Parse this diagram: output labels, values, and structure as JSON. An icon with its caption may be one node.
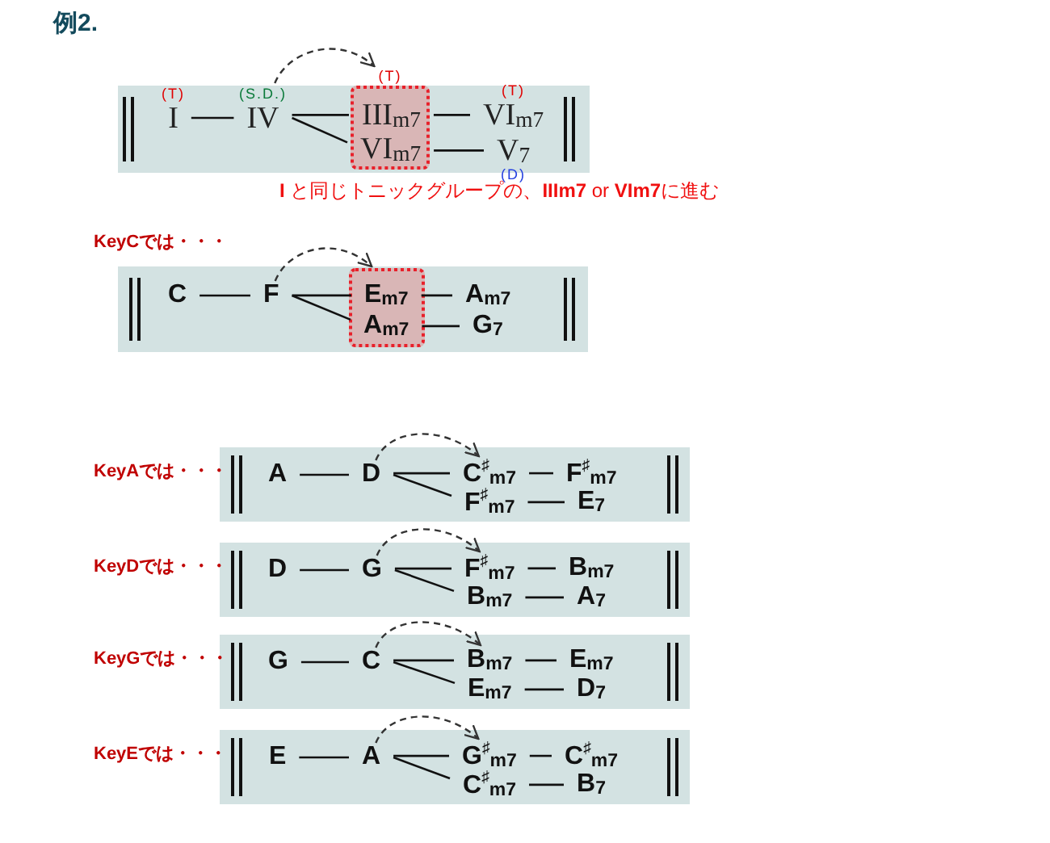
{
  "diagram": {
    "title": "例2.",
    "nodes": [
      {
        "text": [],
        "shape": "box"
      },
      {
        "text": [
          "I"
        ],
        "in": 0,
        "beside": [
          "(T)"
        ]
      },
      {
        "text": [
          "IV"
        ],
        "in": 0,
        "beside": [
          "(S.D.)"
        ]
      },
      {
        "text": [],
        "shape": "box",
        "in": 0,
        "beside": [
          "(T)"
        ]
      },
      {
        "text": [
          "III$_{m7}$"
        ],
        "in": 3
      },
      {
        "text": [
          "VI$_{m7}$"
        ],
        "in": 3
      },
      {
        "text": [
          "VI$_{m7}$"
        ],
        "in": 0,
        "beside": [
          "(T)"
        ]
      },
      {
        "text": [
          "V$_{7}$"
        ],
        "in": 0,
        "beside": [
          "(D)"
        ]
      },
      {
        "text": [],
        "shape": "box"
      },
      {
        "text": [
          "C"
        ],
        "in": 8
      },
      {
        "text": [
          "F"
        ],
        "in": 8
      },
      {
        "text": [],
        "shape": "box",
        "in": 8
      },
      {
        "text": [
          "E$_{m7}$"
        ],
        "in": 11
      },
      {
        "text": [
          "A$_{m7}$"
        ],
        "in": 11
      },
      {
        "text": [
          "A$_{m7}$"
        ],
        "in": 8
      },
      {
        "text": [
          "G$_{7}$"
        ],
        "in": 8
      },
      {
        "text": [],
        "shape": "box"
      },
      {
        "text": [
          "A"
        ],
        "in": 16
      },
      {
        "text": [
          "D"
        ],
        "in": 16
      },
      {
        "text": [
          "C$^{♯}$$_{m7}$"
        ],
        "in": 16
      },
      {
        "text": [
          "F$^{♯}$$_{m7}$"
        ],
        "in": 16
      },
      {
        "text": [
          "F$^{♯}$$_{m7}$"
        ],
        "in": 16
      },
      {
        "text": [
          "E$_{7}$"
        ],
        "in": 16
      },
      {
        "text": [],
        "shape": "box"
      },
      {
        "text": [
          "D"
        ],
        "in": 23
      },
      {
        "text": [
          "G"
        ],
        "in": 23
      },
      {
        "text": [
          "F$^{♯}$$_{m7}$"
        ],
        "in": 23
      },
      {
        "text": [
          "B$_{m7}$"
        ],
        "in": 23
      },
      {
        "text": [
          "B$_{m7}$"
        ],
        "in": 23
      },
      {
        "text": [
          "A$_{7}$"
        ],
        "in": 23
      },
      {
        "text": [],
        "shape": "box"
      },
      {
        "text": [
          "G"
        ],
        "in": 30
      },
      {
        "text": [
          "C"
        ],
        "in": 30
      },
      {
        "text": [
          "B$_{m7}$"
        ],
        "in": 30
      },
      {
        "text": [
          "E$_{m7}$"
        ],
        "in": 30
      },
      {
        "text": [
          "E$_{m7}$"
        ],
        "in": 30
      },
      {
        "text": [
          "D$_{7}$"
        ],
        "in": 30
      },
      {
        "text": [],
        "shape": "box"
      },
      {
        "text": [
          "E"
        ],
        "in": 37
      },
      {
        "text": [
          "A"
        ],
        "in": 37
      },
      {
        "text": [
          "G$^{♯}$$_{m7}$"
        ],
        "in": 37
      },
      {
        "text": [
          "C$^{♯}$$_{m7}$"
        ],
        "in": 37
      },
      {
        "text": [
          "C$^{♯}$$_{m7}$"
        ],
        "in": 37
      },
      {
        "text": [
          "B$_{7}$"
        ],
        "in": 37
      }
    ],
    "edges": [
      {
        "from": 1,
        "to": 2,
        "arrow": "none"
      },
      {
        "from": 2,
        "to": 4,
        "arrow": "none"
      },
      {
        "from": 2,
        "to": 5,
        "arrow": "none"
      },
      {
        "from": 4,
        "to": 6,
        "arrow": "none"
      },
      {
        "from": 5,
        "to": 7,
        "arrow": "none"
      },
      {
        "from": 2,
        "to": 3,
        "arrow": "to",
        "style": "dashed"
      },
      {
        "from": 9,
        "to": 10,
        "arrow": "none"
      },
      {
        "from": 10,
        "to": 12,
        "arrow": "none"
      },
      {
        "from": 10,
        "to": 13,
        "arrow": "none"
      },
      {
        "from": 12,
        "to": 14,
        "arrow": "none"
      },
      {
        "from": 13,
        "to": 15,
        "arrow": "none"
      },
      {
        "from": 10,
        "to": 11,
        "arrow": "to",
        "style": "dashed"
      },
      {
        "from": 17,
        "to": 18,
        "arrow": "none"
      },
      {
        "from": 18,
        "to": 19,
        "arrow": "none"
      },
      {
        "from": 18,
        "to": 21,
        "arrow": "none"
      },
      {
        "from": 19,
        "to": 20,
        "arrow": "none"
      },
      {
        "from": 21,
        "to": 22,
        "arrow": "none"
      },
      {
        "from": 18,
        "to": 19,
        "arrow": "to",
        "style": "dashed"
      },
      {
        "from": 24,
        "to": 25,
        "arrow": "none"
      },
      {
        "from": 25,
        "to": 26,
        "arrow": "none"
      },
      {
        "from": 25,
        "to": 28,
        "arrow": "none"
      },
      {
        "from": 26,
        "to": 27,
        "arrow": "none"
      },
      {
        "from": 28,
        "to": 29,
        "arrow": "none"
      },
      {
        "from": 25,
        "to": 26,
        "arrow": "to",
        "style": "dashed"
      },
      {
        "from": 31,
        "to": 32,
        "arrow": "none"
      },
      {
        "from": 32,
        "to": 33,
        "arrow": "none"
      },
      {
        "from": 32,
        "to": 35,
        "arrow": "none"
      },
      {
        "from": 33,
        "to": 34,
        "arrow": "none"
      },
      {
        "from": 35,
        "to": 36,
        "arrow": "none"
      },
      {
        "from": 32,
        "to": 33,
        "arrow": "to",
        "style": "dashed"
      },
      {
        "from": 38,
        "to": 39,
        "arrow": "none"
      },
      {
        "from": 39,
        "to": 40,
        "arrow": "none"
      },
      {
        "from": 39,
        "to": 42,
        "arrow": "none"
      },
      {
        "from": 40,
        "to": 41,
        "arrow": "none"
      },
      {
        "from": 42,
        "to": 43,
        "arrow": "none"
      },
      {
        "from": 39,
        "to": 40,
        "arrow": "to",
        "style": "dashed"
      }
    ],
    "labels": [
      "**I** と同じトニックグループの、**IIIm7** or **VIm7**に進む",
      "KeyCでは・・・",
      "KeyAでは・・・",
      "KeyDでは・・・",
      "KeyGでは・・・",
      "KeyEでは・・・"
    ]
  }
}
